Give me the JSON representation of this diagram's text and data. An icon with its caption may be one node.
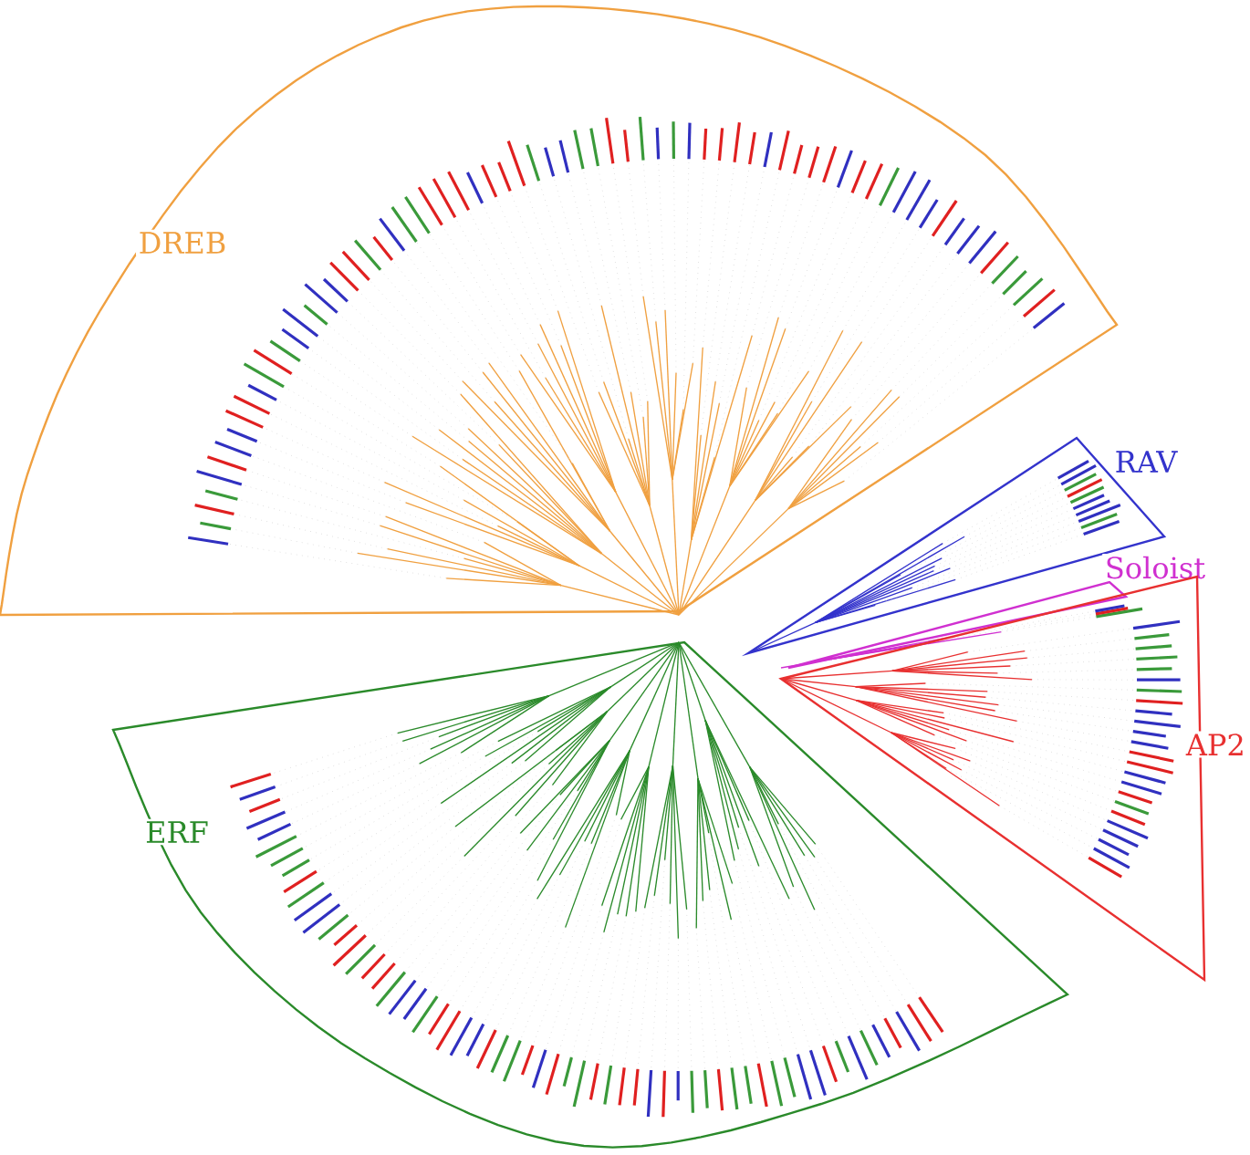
{
  "diagram": {
    "nodes": [
      {
        "text": [
          "DREB"
        ]
      },
      {
        "text": [
          "RAV"
        ]
      },
      {
        "text": [
          "Soloist"
        ]
      },
      {
        "text": [
          "AP2"
        ]
      },
      {
        "text": [
          "ERF"
        ]
      }
    ]
  }
}
